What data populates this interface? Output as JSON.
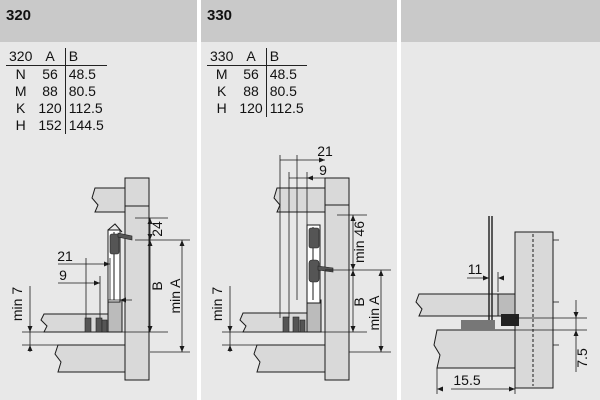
{
  "panels": [
    {
      "title": "320",
      "table": {
        "header": [
          "320",
          "A",
          "B"
        ],
        "rows": [
          [
            "N",
            "56",
            "48.5"
          ],
          [
            "M",
            "88",
            "80.5"
          ],
          [
            "K",
            "120",
            "112.5"
          ],
          [
            "H",
            "152",
            "144.5"
          ]
        ]
      },
      "dims": {
        "d24": "24",
        "d21": "21",
        "d9": "9",
        "dB": "B",
        "dminA": "min A",
        "dmin7": "min 7"
      }
    },
    {
      "title": "330",
      "table": {
        "header": [
          "330",
          "A",
          "B"
        ],
        "rows": [
          [
            "M",
            "56",
            "48.5"
          ],
          [
            "K",
            "88",
            "80.5"
          ],
          [
            "H",
            "120",
            "112.5"
          ]
        ]
      },
      "dims": {
        "d21": "21",
        "d9": "9",
        "dmin46": "min 46",
        "dB": "B",
        "dminA": "min A",
        "dmin7": "min 7"
      }
    },
    {
      "title": "",
      "dims": {
        "d11": "11",
        "d75": "7.5",
        "d155": "15.5"
      }
    }
  ],
  "colors": {
    "panel": "#e8e8e8",
    "header": "#c9c9c9",
    "cabinet": "#d9d9d9",
    "line": "#1a1a1a",
    "hardware": "#555555",
    "dark": "#222222"
  }
}
